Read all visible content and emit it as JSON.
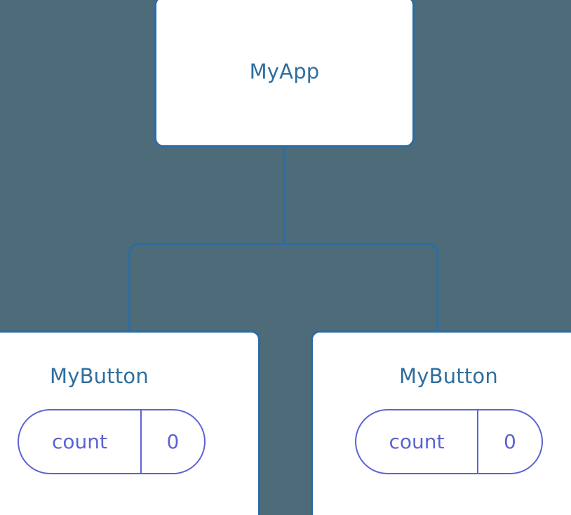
{
  "diagram": {
    "type": "component-tree",
    "background_color": "#4d6b78",
    "node_fill": "#ffffff",
    "node_border_color": "#2d6ca3",
    "node_title_color": "#2e6e9e",
    "edge_color": "#2d6ca3",
    "state_accent_color": "#5b63d3",
    "root": {
      "label": "MyApp"
    },
    "children": [
      {
        "label": "MyButton",
        "state": {
          "key": "count",
          "value": "0"
        }
      },
      {
        "label": "MyButton",
        "state": {
          "key": "count",
          "value": "0"
        }
      }
    ]
  }
}
